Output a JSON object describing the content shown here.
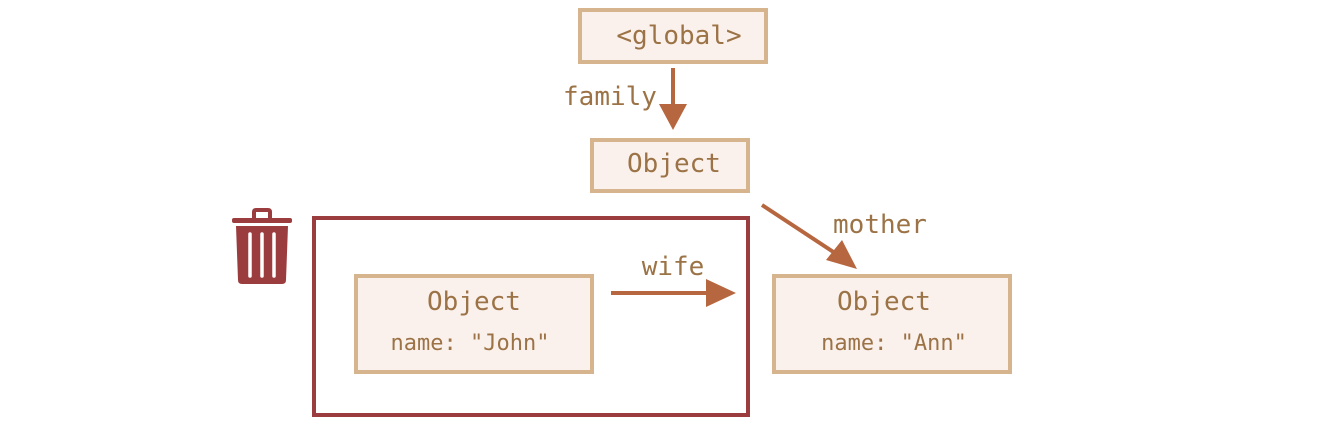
{
  "nodes": {
    "global": {
      "title": "<global>"
    },
    "family": {
      "title": "Object"
    },
    "john": {
      "title": "Object",
      "field": "name: \"John\""
    },
    "ann": {
      "title": "Object",
      "field": "name: \"Ann\""
    }
  },
  "edges": {
    "family": {
      "label": "family"
    },
    "mother": {
      "label": "mother"
    },
    "wife": {
      "label": "wife"
    }
  },
  "icons": {
    "trash": "trash-icon"
  },
  "colors": {
    "box_fill": "#fbf1ec",
    "box_stroke": "#d6b48d",
    "arrow": "#b7673f",
    "text": "#9b7346",
    "unreachable_frame": "#9b3d3f"
  }
}
